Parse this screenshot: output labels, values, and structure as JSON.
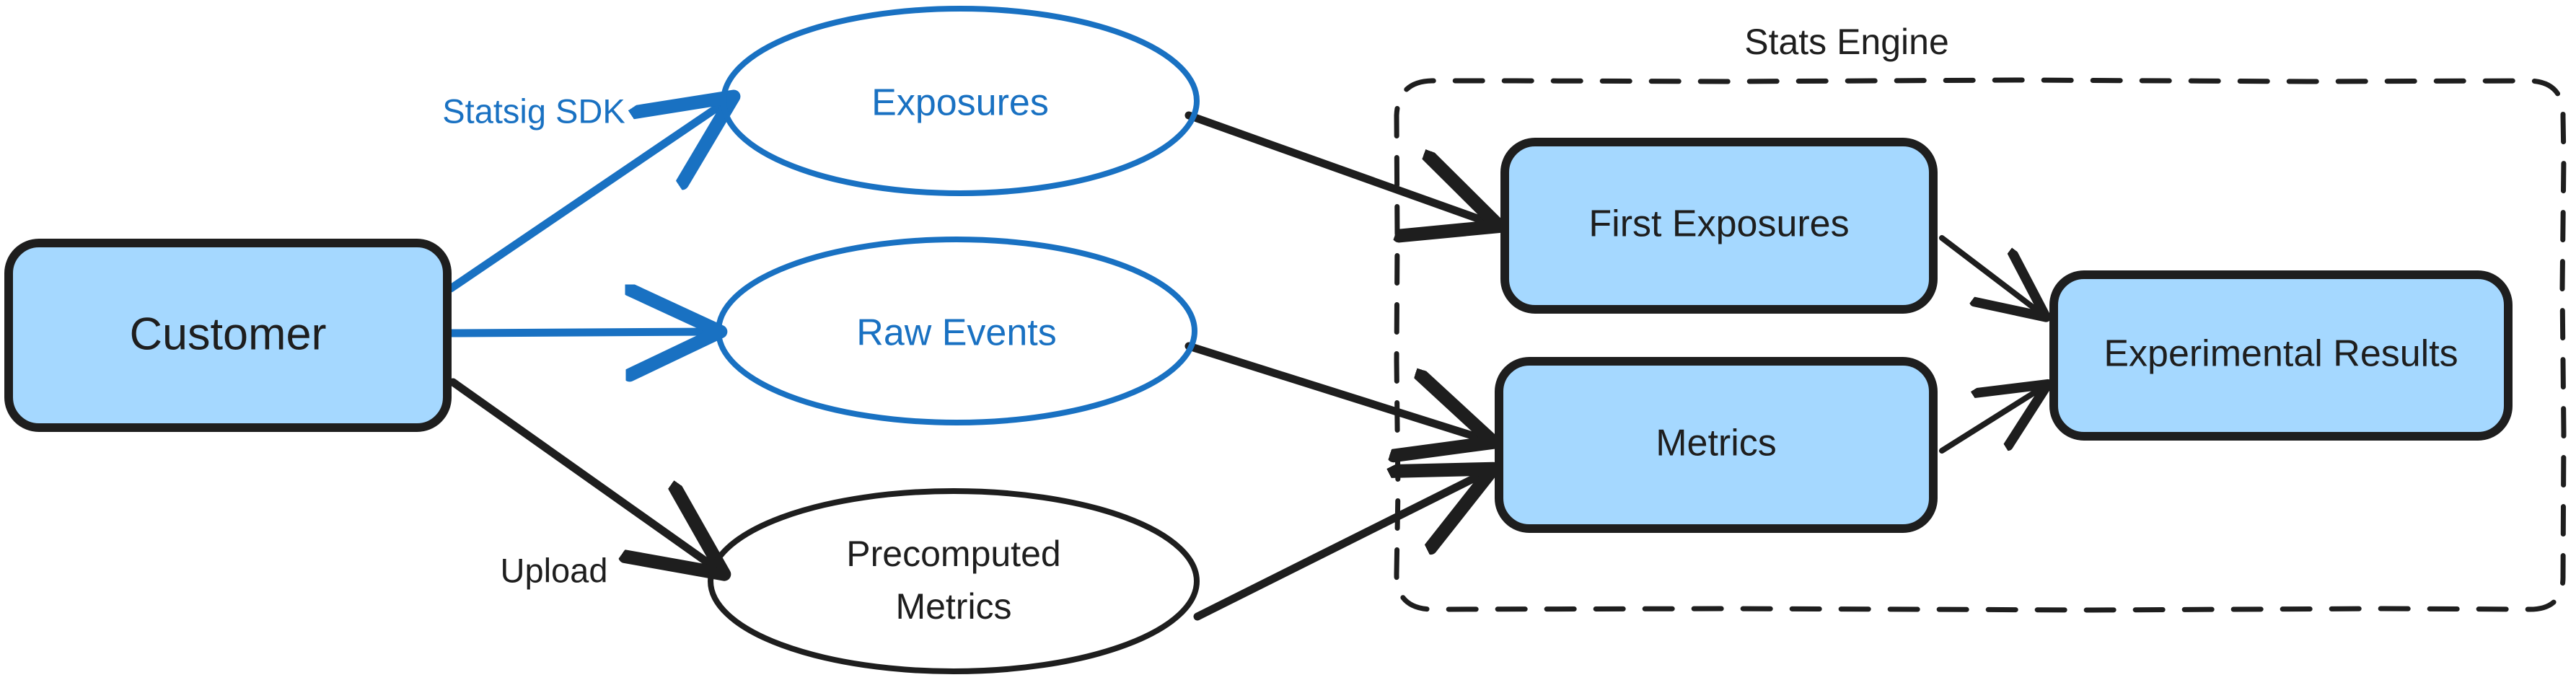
{
  "diagram": {
    "title_label": "Stats Engine",
    "colors": {
      "node_fill": "#a5d8ff",
      "node_stroke": "#1e1e1e",
      "accent_blue": "#1971c2",
      "text_dark": "#1e1e1e",
      "background": "#ffffff"
    },
    "nodes": [
      {
        "id": "customer",
        "label": "Customer",
        "shape": "rounded-rect",
        "fill": "#a5d8ff",
        "stroke": "#1e1e1e",
        "text_color": "#1e1e1e"
      },
      {
        "id": "exposures",
        "label": "Exposures",
        "shape": "ellipse",
        "fill": "none",
        "stroke": "#1971c2",
        "text_color": "#1971c2"
      },
      {
        "id": "raw-events",
        "label": "Raw Events",
        "shape": "ellipse",
        "fill": "none",
        "stroke": "#1971c2",
        "text_color": "#1971c2"
      },
      {
        "id": "precomputed-metrics",
        "label": "Precomputed Metrics",
        "label_line1": "Precomputed",
        "label_line2": "Metrics",
        "shape": "ellipse",
        "fill": "none",
        "stroke": "#1e1e1e",
        "text_color": "#1e1e1e"
      },
      {
        "id": "first-exposures",
        "label": "First Exposures",
        "shape": "rounded-rect",
        "fill": "#a5d8ff",
        "stroke": "#1e1e1e",
        "text_color": "#1e1e1e"
      },
      {
        "id": "metrics",
        "label": "Metrics",
        "shape": "rounded-rect",
        "fill": "#a5d8ff",
        "stroke": "#1e1e1e",
        "text_color": "#1e1e1e"
      },
      {
        "id": "experimental-results",
        "label": "Experimental Results",
        "shape": "rounded-rect",
        "fill": "#a5d8ff",
        "stroke": "#1e1e1e",
        "text_color": "#1e1e1e"
      }
    ],
    "groups": [
      {
        "id": "stats-engine",
        "label": "Stats Engine",
        "style": "dashed",
        "stroke": "#1e1e1e",
        "contains": [
          "first-exposures",
          "metrics",
          "experimental-results"
        ]
      }
    ],
    "edges": [
      {
        "from": "customer",
        "to": "exposures",
        "label": "Statsig SDK",
        "color": "#1971c2"
      },
      {
        "from": "customer",
        "to": "raw-events",
        "label": "",
        "color": "#1971c2"
      },
      {
        "from": "customer",
        "to": "precomputed-metrics",
        "label": "Upload",
        "color": "#1e1e1e"
      },
      {
        "from": "exposures",
        "to": "first-exposures",
        "label": "",
        "color": "#1e1e1e"
      },
      {
        "from": "raw-events",
        "to": "metrics",
        "label": "",
        "color": "#1e1e1e"
      },
      {
        "from": "precomputed-metrics",
        "to": "metrics",
        "label": "",
        "color": "#1e1e1e"
      },
      {
        "from": "first-exposures",
        "to": "experimental-results",
        "label": "",
        "color": "#1e1e1e"
      },
      {
        "from": "metrics",
        "to": "experimental-results",
        "label": "",
        "color": "#1e1e1e"
      }
    ],
    "edge_labels": {
      "statsig_sdk": "Statsig SDK",
      "upload": "Upload"
    }
  }
}
